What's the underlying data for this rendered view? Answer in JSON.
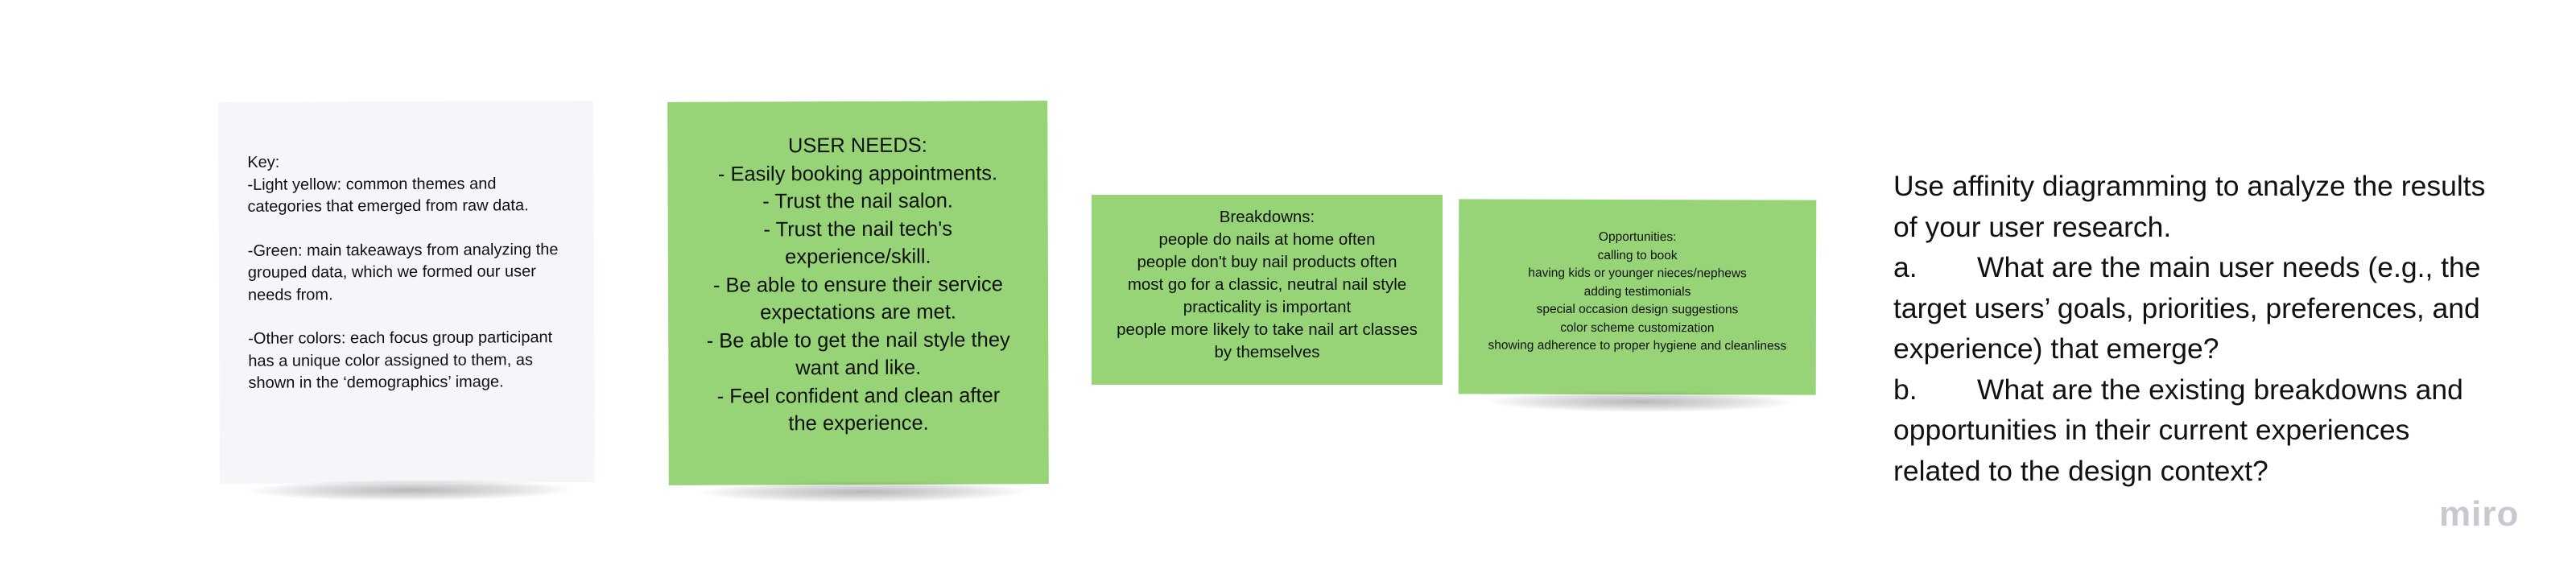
{
  "board": {
    "key_note": {
      "paragraphs": [
        "Key:\n-Light yellow: common themes and categories that emerged from raw data.",
        "-Green: main takeaways from analyzing the grouped data, which we formed our user needs from.",
        "-Other colors: each focus group participant has a unique color assigned to them, as shown in the ‘demographics’ image."
      ]
    },
    "user_needs_note": {
      "lines": [
        "USER NEEDS:",
        "- Easily booking appointments.",
        "- Trust the nail salon.",
        "- Trust the nail tech's",
        "experience/skill.",
        "- Be able to ensure their service",
        "expectations are met.",
        "- Be able to get the nail style they",
        "want and like.",
        "- Feel confident and clean after",
        "the experience."
      ]
    },
    "breakdowns_note": {
      "lines": [
        "Breakdowns:",
        "people do nails at home often",
        "people don't buy nail products often",
        "most go for a classic, neutral nail style",
        "practicality is important",
        "people more likely to take nail art classes",
        "by themselves"
      ]
    },
    "opportunities_note": {
      "lines": [
        "Opportunities:",
        "calling to book",
        "having kids or younger nieces/nephews",
        "adding testimonials",
        "special occasion design suggestions",
        "color scheme customization",
        "showing adherence to proper hygiene and cleanliness"
      ]
    },
    "prompt": {
      "lines": [
        "Use affinity diagramming to analyze the results",
        "of your user research.",
        "a.",
        "What are the main user needs (e.g., the",
        "target users’ goals, priorities, preferences, and",
        "experience) that emerge?",
        "b.",
        "What are the existing breakdowns and",
        "opportunities in their current experiences",
        "related to the design context?"
      ]
    },
    "colors": {
      "key_note_bg": "#f4f6f9",
      "green_note_bg": "#97d377",
      "logo": "#c6c9d0"
    }
  },
  "watermark": {
    "logo_text": "miro"
  }
}
